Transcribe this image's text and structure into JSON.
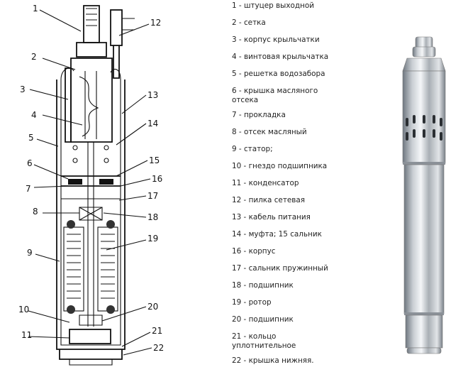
{
  "callout_numbers": [
    "1",
    "2",
    "3",
    "4",
    "5",
    "6",
    "7",
    "8",
    "9",
    "10",
    "11",
    "12",
    "13",
    "14",
    "15",
    "16",
    "17",
    "18",
    "19",
    "20",
    "21",
    "22"
  ],
  "legend": [
    {
      "text": "1 - штуцер выходной"
    },
    {
      "text": "2 - сетка"
    },
    {
      "text": "3 - корпус крыльчатки"
    },
    {
      "text": "4 - винтовая крыльчатка"
    },
    {
      "text": "5 - решетка водозабора"
    },
    {
      "text": "6 - крышка масляного",
      "text2": "отсека"
    },
    {
      "text": "7 - прокладка"
    },
    {
      "text": "8 - отсек масляный"
    },
    {
      "text": "9 - статор;"
    },
    {
      "text": "10 - гнездо подшипника"
    },
    {
      "text": "11 - конденсатор"
    },
    {
      "text": "12 - пилка сетевая"
    },
    {
      "text": "13 - кабель питания"
    },
    {
      "text": "14 - муфта;  15  сальник"
    },
    {
      "text": "16 - корпус"
    },
    {
      "text": "17 - сальник пружинный"
    },
    {
      "text": "18 - подшипник"
    },
    {
      "text": "19 - ротор"
    },
    {
      "text": "20 - подшипник"
    },
    {
      "text": "21 - кольцо",
      "text2": "уплотнительное"
    },
    {
      "text": "22 - крышка нижняя."
    }
  ],
  "colors": {
    "ink": "#111111",
    "steel_dark": "#6f7780",
    "steel_light": "#f4f6f8"
  }
}
